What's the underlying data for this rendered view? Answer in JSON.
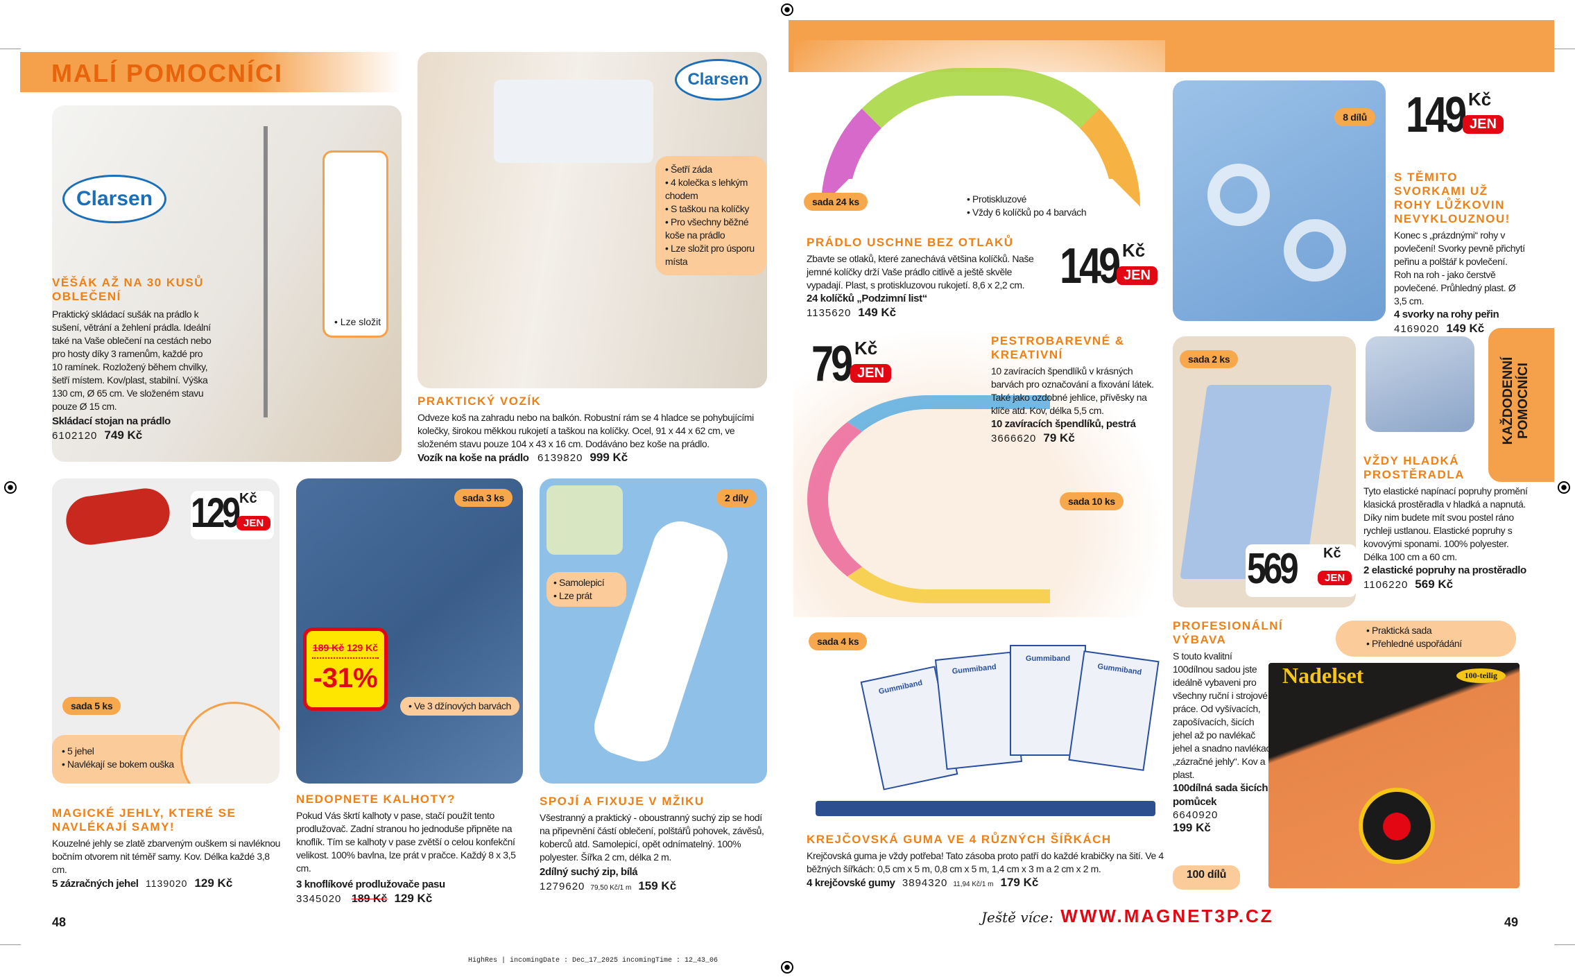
{
  "header": {
    "title": "MALÍ POMOCNÍCI",
    "side_tab": "KAŽDODENNÍ POMOCNÍCI"
  },
  "colors": {
    "accent": "#f07f14",
    "band": "#f5a04a",
    "red": "#e30613",
    "callout": "#fbcb9a"
  },
  "brand": "Clarsen",
  "products": [
    {
      "title": "VĚŠÁK AŽ NA 30 KUSŮ OBLEČENÍ",
      "text": "Praktický skládací sušák na prádlo k sušení, větrání a žehlení prádla. Ideální také na Vaše oblečení na cestách nebo pro hosty díky 3 ramenům, každé pro 10 ramínek. Rozložený během chvilky, šetří místem. Kov/plast, stabilní. Výška 130 cm, Ø 65 cm. Ve složeném stavu pouze Ø 15 cm.",
      "name": "Skládací stojan na prádlo",
      "code": "6102120",
      "price": "749 Kč",
      "bullets": [
        "Lze složit"
      ]
    },
    {
      "title": "PRAKTICKÝ VOZÍK",
      "text": "Odveze koš na zahradu nebo na balkón. Robustní rám se 4 hladce se pohybujícími kolečky, širokou měkkou rukojetí a taškou na kolíčky. Ocel, 91 x 44 x 62 cm, ve složeném stavu pouze 104 x 43 x 16 cm. Dodáváno bez koše na prádlo.",
      "name": "Vozík na koše na prádlo",
      "code": "6139820",
      "price": "999 Kč",
      "bullets": [
        "Šetří záda",
        "4 kolečka s lehkým chodem",
        "S taškou na kolíčky",
        "Pro všechny běžné koše na prádlo",
        "Lze složit pro úsporu místa"
      ]
    },
    {
      "title": "MAGICKÉ JEHLY, KTERÉ SE NAVLÉKAJÍ SAMY!",
      "text": "Kouzelné jehly se zlatě zbarveným ouškem si navléknou bočním otvorem nit téměř samy. Kov. Délka každé 3,8 cm.",
      "name": "5 zázračných jehel",
      "code": "1139020",
      "price": "129 Kč",
      "badge": "sada 5 ks",
      "big_price": "129",
      "bullets": [
        "5 jehel",
        "Navlékají se bokem ouška"
      ]
    },
    {
      "title": "NEDOPNETE KALHOTY?",
      "text": "Pokud Vás škrtí kalhoty v pase, stačí použít tento prodlužovač. Zadní stranou ho jednoduše připněte na knoflík. Tím se kalhoty v pase zvětší o celou konfekční velikost. 100% bavlna, lze prát v pračce. Každý 8 x 3,5 cm.",
      "name": "3 knoflíkové prodlužovače pasu",
      "code": "3345020",
      "old_price": "189 Kč",
      "price": "129 Kč",
      "badge": "sada 3 ks",
      "discount": "-31%",
      "bullets": [
        "Ve 3 džínových barvách"
      ]
    },
    {
      "title": "SPOJÍ A FIXUJE V MŽIKU",
      "text": "Všestranný a praktický - oboustranný suchý zip se hodí na připevnění částí oblečení, polštářů pohovek, závěsů, koberců atd. Samolepicí, opět odnímatelný. 100% polyester. Šířka 2 cm, délka 2 m.",
      "name": "2dílný suchý zip, bílá",
      "code": "1279620",
      "unit_price": "79,50 Kč/1 m",
      "price": "159 Kč",
      "badge": "2 díly",
      "bullets": [
        "Samolepicí",
        "Lze prát"
      ]
    },
    {
      "title": "PRÁDLO USCHNE BEZ OTLAKŮ",
      "text": "Zbavte se otlaků, které zanechává většina kolíčků. Naše jemné kolíčky drží Vaše prádlo citlivě a ještě skvěle vypadají. Plast, s protiskluzovou rukojetí. 8,6 x 2,2 cm.",
      "name": "24 kolíčků „Podzimní list“",
      "code": "1135620",
      "price": "149 Kč",
      "badge": "sada 24 ks",
      "big_price": "149",
      "bullets": [
        "Protiskluzové",
        "Vždy 6 kolíčků po 4 barvách"
      ]
    },
    {
      "title": "S TĚMITO SVORKAMI UŽ ROHY LŮŽKOVIN NEVYKLOUZNOU!",
      "text": "Konec s „prázdnými“ rohy v povlečení! Svorky pevně přichytí peřinu a polštář k povlečení. Roh na roh - jako čerstvě povlečené. Průhledný plast. Ø 3,5 cm.",
      "name": "4 svorky na rohy peřin",
      "code": "4169020",
      "price": "149 Kč",
      "badge": "8 dílů",
      "big_price": "149"
    },
    {
      "title": "PESTROBAREVNÉ & KREATIVNÍ",
      "text": "10 zavíracích špendlíků v krásných barvách pro označování a fixování látek. Také jako ozdobné jehlice, přívěsky na klíče atd. Kov, délka 5,5 cm.",
      "name": "10 zavíracích špendlíků, pestrá",
      "code": "3666620",
      "price": "79 Kč",
      "badge": "sada 10 ks",
      "big_price": "79"
    },
    {
      "title": "VŽDY HLADKÁ PROSTĚRADLA",
      "text": "Tyto elastické napínací popruhy promění klasická prostěradla v hladká a napnutá. Díky nim budete mít svou postel ráno rychleji ustlanou. Elastické popruhy s kovovými sponami. 100% polyester. Délka 100 cm a 60 cm.",
      "name": "2 elastické popruhy na prostěradlo",
      "code": "1106220",
      "price": "569 Kč",
      "badge": "sada 2 ks",
      "big_price": "569"
    },
    {
      "title": "KREJČOVSKÁ GUMA VE 4 RŮZNÝCH ŠÍŘKÁCH",
      "text": "Krejčovská guma je vždy potřeba! Tato zásoba proto patří do každé krabičky na šití. Ve 4 běžných šířkách: 0,5 cm x 5 m, 0,8 cm x 5 m, 1,4 cm x 3 m a 2 cm x 2 m.",
      "name": "4 krejčovské gumy",
      "code": "3894320",
      "unit_price": "11,94 Kč/1 m",
      "price": "179 Kč",
      "badge": "sada 4 ks",
      "package_label": "Gummiband"
    },
    {
      "title": "PROFESIONÁLNÍ VÝBAVA",
      "text": "S touto kvalitní 100dílnou sadou jste ideálně vybaveni pro všechny ruční i strojové práce. Od vyšívacích, zapošívacích, šicích jehel až po navlékač jehel a snadno navlékací „zázračné jehly“. Kov a plast.",
      "name": "100dílná sada šicích pomůcek",
      "code": "6640920",
      "price": "199 Kč",
      "badge": "100 dílů",
      "package_label": "Nadelset",
      "package_badge": "100-teilig",
      "bullets": [
        "Praktická sada",
        "Přehledné uspořádání"
      ]
    }
  ],
  "common": {
    "kc": "Kč",
    "jen": "JEN"
  },
  "footer": {
    "page_left": "48",
    "page_right": "49",
    "more_label": "Ještě více:",
    "website": "WWW.MAGNET3P.CZ",
    "slug": "HighRes | incomingDate : Dec_17_2025 incomingTime : 12_43_06"
  }
}
